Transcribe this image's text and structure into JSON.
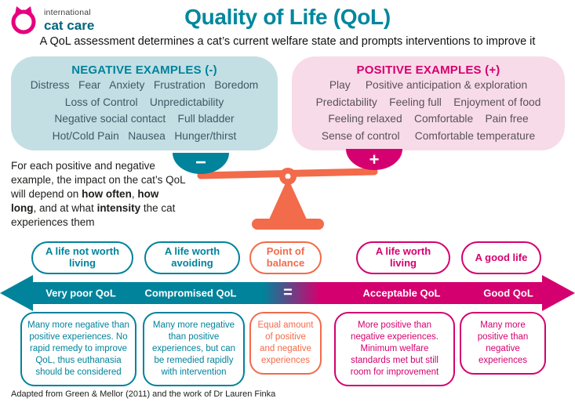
{
  "colors": {
    "teal": "#00839b",
    "magenta": "#d4006f",
    "orange": "#f26b4a",
    "light_teal": "#c3dfe4",
    "light_pink": "#f8dbe8",
    "logo_pink": "#e6007e"
  },
  "logo": {
    "line1": "international",
    "line2": "cat care"
  },
  "header": {
    "title": "Quality of Life (QoL)",
    "subtitle": "A QoL assessment determines a cat’s current welfare state and prompts interventions to improve it"
  },
  "negative_box": {
    "title": "NEGATIVE EXAMPLES (-)",
    "lines": [
      "Distress   Fear   Anxiety   Frustration   Boredom",
      "Loss of Control    Unpredictability",
      "Negative social contact    Full bladder",
      "Hot/Cold Pain   Nausea   Hunger/thirst"
    ]
  },
  "positive_box": {
    "title": "POSITIVE EXAMPLES (+)",
    "lines": [
      "Play     Positive anticipation & exploration",
      "Predictability    Feeling full    Enjoyment of food",
      "Feeling relaxed    Comfortable    Pain free",
      "Sense of control     Comfortable temperature"
    ]
  },
  "scale": {
    "minus_label": "−",
    "plus_label": "+"
  },
  "note": {
    "t1": "For each positive and negative example, the impact on the cat’s QoL will depend on ",
    "b1": "how often",
    "t2": ", ",
    "b2": "how long",
    "t3": ", and at what ",
    "b3": "intensity",
    "t4": " the cat experiences them"
  },
  "spectrum": {
    "pills": [
      {
        "label": "A life not worth living"
      },
      {
        "label": "A life worth avoiding"
      },
      {
        "label": "Point of balance"
      },
      {
        "label": "A life worth living"
      },
      {
        "label": "A good life"
      }
    ],
    "arrow": {
      "labels": [
        "Very poor QoL",
        "Compromised QoL",
        "=",
        "Acceptable QoL",
        "Good QoL"
      ]
    },
    "boxes": [
      {
        "text": "Many more negative than positive experiences. No rapid remedy to improve QoL, thus euthanasia should be considered"
      },
      {
        "text": "Many more negative than positive experiences, but can be remedied rapidly with intervention"
      },
      {
        "text": "Equal amount of positive and negative experiences"
      },
      {
        "text": "More positive than negative experiences. Minimum welfare standards met but still room for improvement"
      },
      {
        "text": "Many more positive than negative experiences"
      }
    ]
  },
  "footer": "Adapted from Green & Mellor (2011) and the work of Dr Lauren Finka"
}
